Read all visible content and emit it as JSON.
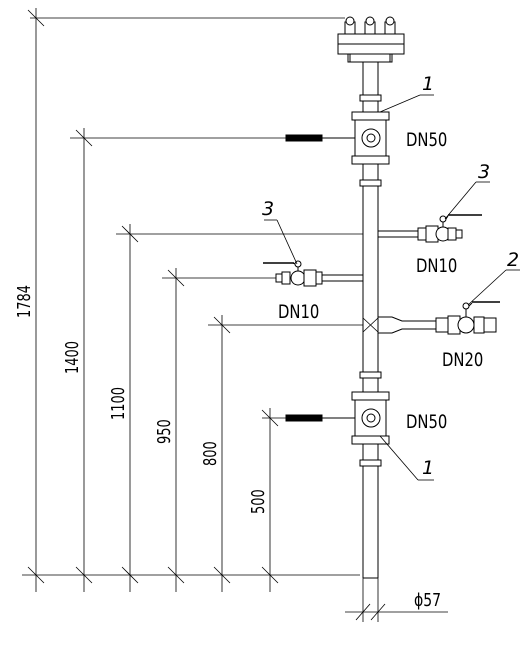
{
  "dimensions": [
    "1784",
    "1400",
    "1100",
    "950",
    "800",
    "500"
  ],
  "diameter_label": "ϕ57",
  "nozzle_labels": [
    "DN50",
    "DN50",
    "DN10",
    "DN10",
    "DN20"
  ],
  "callouts": [
    "1",
    "1",
    "2",
    "3",
    "3"
  ]
}
